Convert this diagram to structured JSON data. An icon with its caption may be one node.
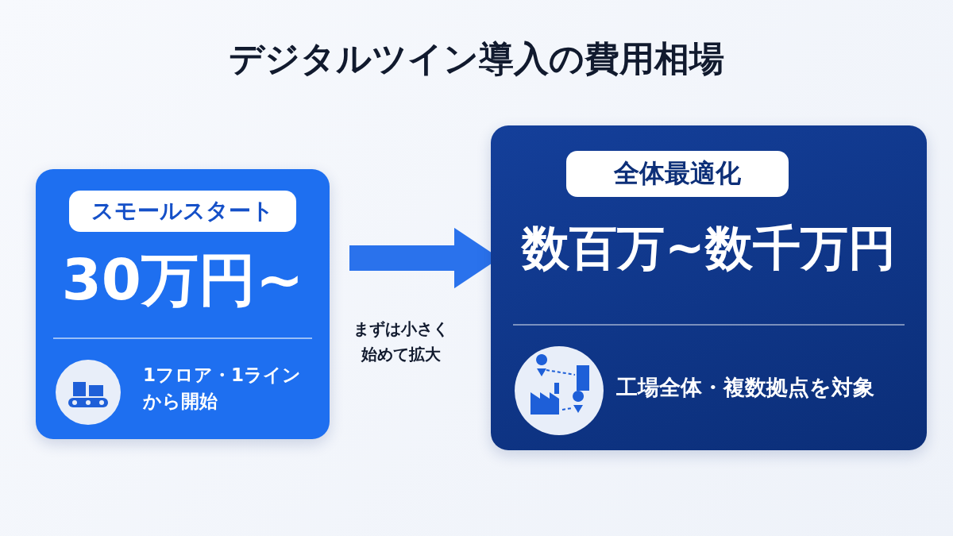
{
  "diagram": {
    "title": "デジタルツイン導入の費用相場",
    "nodes": [
      {
        "text": [
          "30万円~",
          "1フロア・1ラインから開始"
        ]
      },
      {
        "text": [
          "スモールスタート"
        ],
        "in": 0
      },
      {
        "text": [
          "数百万~数千万円",
          "工場全体・複数拠点を対象"
        ]
      },
      {
        "text": [
          "全体最適化"
        ],
        "in": 2
      }
    ],
    "edges": [
      {
        "from": 0,
        "to": 2,
        "arrow": "to",
        "label": "まずは小さく始めて拡大"
      }
    ]
  }
}
